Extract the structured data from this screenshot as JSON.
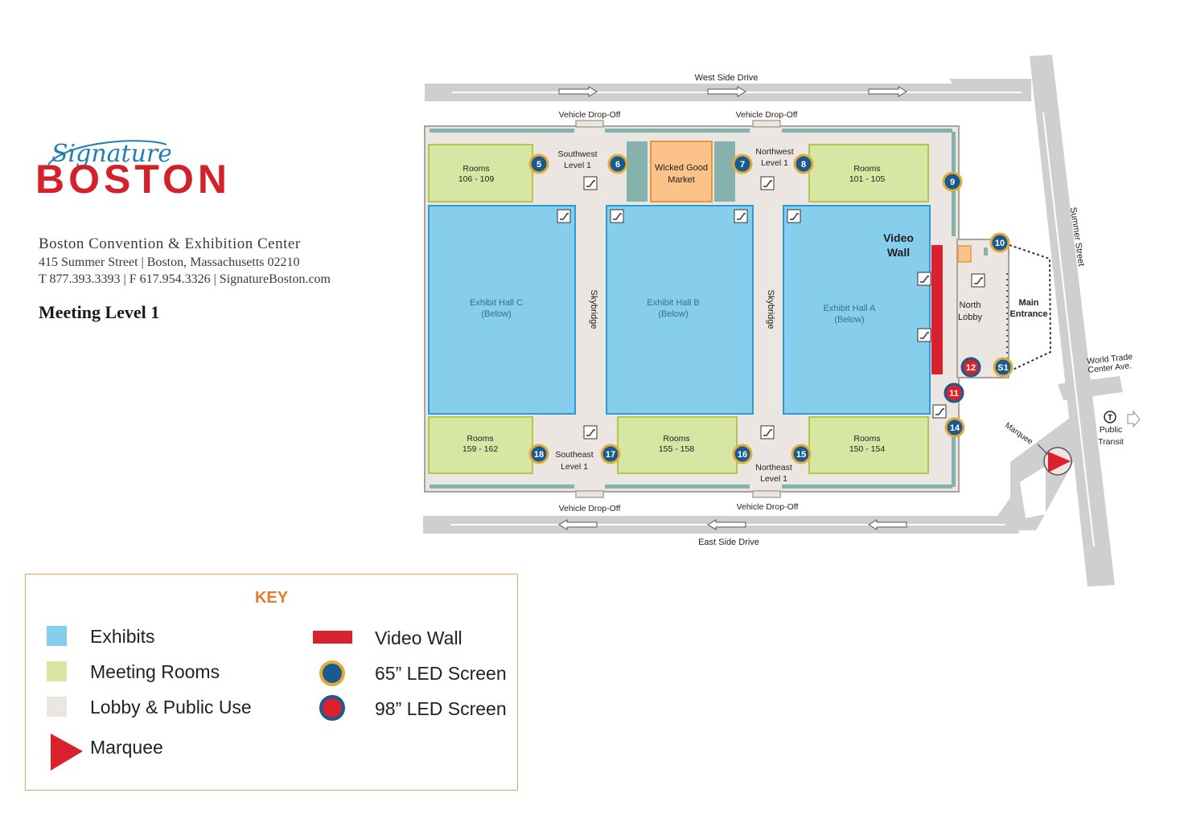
{
  "brand": {
    "signature": "Signature",
    "boston": "BOSTON"
  },
  "venue": {
    "name": "Boston Convention & Exhibition Center",
    "address": "415 Summer Street  |  Boston, Massachusetts 02210",
    "contact": "T 877.393.3393  |  F 617.954.3326  |  SignatureBoston.com"
  },
  "level_title": "Meeting Level 1",
  "colors": {
    "exhibits": "#87cdec",
    "meeting_rooms": "#d8e6a3",
    "lobby": "#ebe6e1",
    "market": "#fbc289",
    "video_wall": "#d9222d",
    "led_blue": "#1b5a8e",
    "led_ring": "#e2ac3a",
    "road": "#cfcfcf",
    "key_title": "#e8792a"
  },
  "streets": {
    "west": "West Side Drive",
    "east": "East Side Drive",
    "summer": "Summer Street",
    "wtc_line1": "World Trade",
    "wtc_line2": "Center Ave."
  },
  "dropoffs": {
    "nw1": "Vehicle Drop-Off",
    "nw2": "Vehicle Drop-Off",
    "se1": "Vehicle Drop-Off",
    "se2": "Vehicle Drop-Off"
  },
  "halls": {
    "c_name": "Exhibit Hall C",
    "c_sub": "(Below)",
    "b_name": "Exhibit Hall B",
    "b_sub": "(Below)",
    "a_name": "Exhibit Hall A",
    "a_sub": "(Below)"
  },
  "rooms": {
    "r106": {
      "title": "Rooms",
      "range": "106 - 109"
    },
    "r101": {
      "title": "Rooms",
      "range": "101 - 105"
    },
    "r159": {
      "title": "Rooms",
      "range": "159 - 162"
    },
    "r155": {
      "title": "Rooms",
      "range": "155 - 158"
    },
    "r150": {
      "title": "Rooms",
      "range": "150 - 154"
    }
  },
  "market": {
    "line1": "Wicked Good",
    "line2": "Market"
  },
  "lobby_labels": {
    "sw1": "Southwest",
    "sw2": "Level 1",
    "nw1": "Northwest",
    "nw2": "Level 1",
    "se1": "Southeast",
    "se2": "Level 1",
    "ne1": "Northeast",
    "ne2": "Level 1",
    "north1": "North",
    "north2": "Lobby",
    "skybridge1": "Skybridge",
    "skybridge2": "Skybridge"
  },
  "video_wall": {
    "line1": "Video",
    "line2": "Wall"
  },
  "main_entrance": {
    "line1": "Main",
    "line2": "Entrance"
  },
  "marquee_label": "Marquee",
  "transit": {
    "symbol": "T",
    "line1": "Public",
    "line2": "Transit"
  },
  "screens": {
    "s5": "5",
    "s6": "6",
    "s7": "7",
    "s8": "8",
    "s9": "9",
    "s10": "10",
    "s11": "11",
    "s12": "12",
    "s14": "14",
    "s15": "15",
    "s16": "16",
    "s17": "17",
    "s18": "18",
    "s51": "S1"
  },
  "key": {
    "title": "KEY",
    "exhibits": "Exhibits",
    "meeting_rooms": "Meeting Rooms",
    "lobby": "Lobby & Public Use",
    "marquee": "Marquee",
    "video_wall": "Video Wall",
    "led65": "65” LED Screen",
    "led98": "98” LED Screen"
  }
}
